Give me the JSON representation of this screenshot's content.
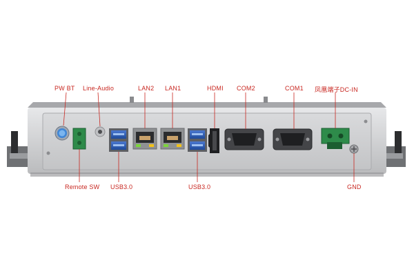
{
  "labels": {
    "pwr_bt": "PW BT",
    "line_audio": "Line-Audio",
    "lan2": "LAN2",
    "lan1": "LAN1",
    "hdmi": "HDMI",
    "com2": "COM2",
    "com1": "COM1",
    "dc_in": "凤凰端子DC-IN",
    "remote_sw": "Remote SW",
    "usb30_left": "USB3.0",
    "usb30_right": "USB3.0",
    "gnd": "GND"
  },
  "colors": {
    "label_red": "#c8261f",
    "chassis": "#c9cacc",
    "port_blue": "#2f5fb8",
    "terminal_green": "#2e8b4a",
    "led_green": "#7cd43c",
    "led_yellow": "#f2c21b"
  }
}
